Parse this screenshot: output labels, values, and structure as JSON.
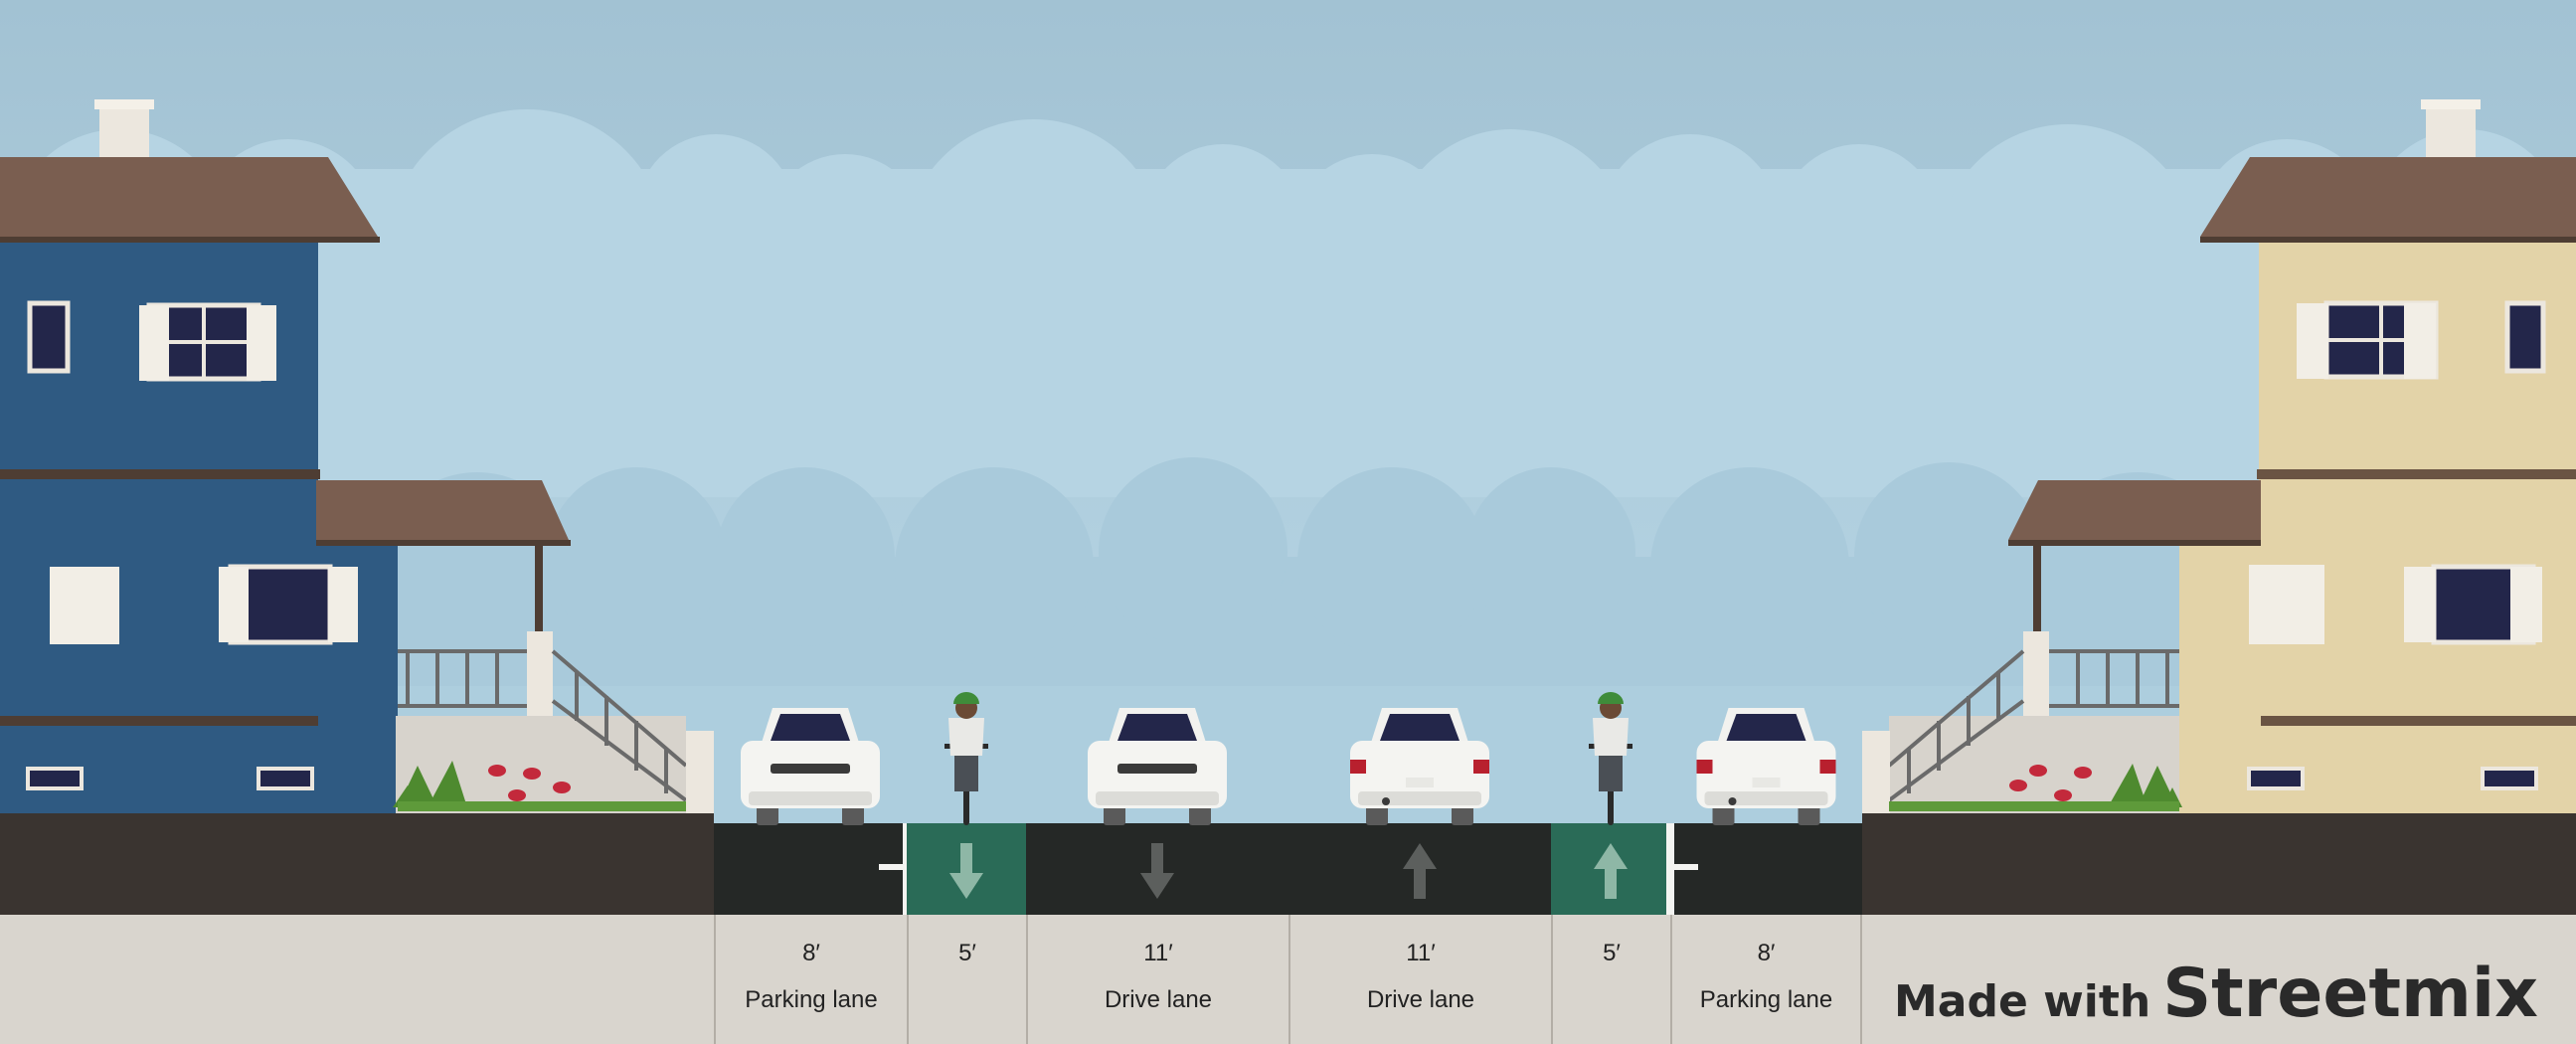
{
  "colors": {
    "sky_top": "#a4c3d4",
    "sky_bottom": "#b8d7e6",
    "cloud": "#bedbe8",
    "asphalt": "#252826",
    "bike_lane": "#2a6b57",
    "sidewalk": "#3a3430",
    "label_bg": "#d9d5ce",
    "house_left": "#2f5a82",
    "house_right": "#e3d3a8",
    "roof": "#7a5e50"
  },
  "segments": [
    {
      "width": "8′",
      "name": "Parking lane",
      "type": "parking",
      "direction": ""
    },
    {
      "width": "5′",
      "name": "",
      "type": "bike",
      "direction": "down"
    },
    {
      "width": "11′",
      "name": "Drive lane",
      "type": "drive",
      "direction": "down"
    },
    {
      "width": "11′",
      "name": "Drive lane",
      "type": "drive",
      "direction": "up"
    },
    {
      "width": "5′",
      "name": "",
      "type": "bike",
      "direction": "up"
    },
    {
      "width": "8′",
      "name": "Parking lane",
      "type": "parking",
      "direction": ""
    }
  ],
  "brand": {
    "prefix": "Made with",
    "name": "Streetmix"
  }
}
